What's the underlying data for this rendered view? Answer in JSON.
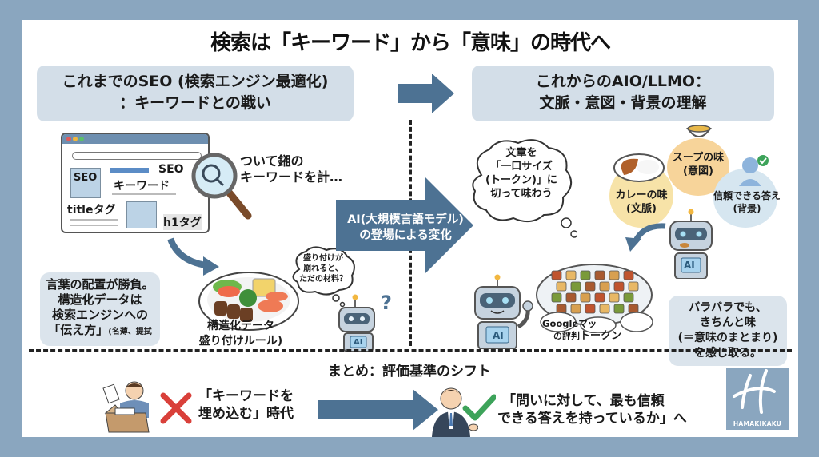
{
  "title": "検索は「キーワード」から「意味」の時代へ",
  "left_header": {
    "line1": "これまでのSEO (検索エンジン最適化)",
    "line2": "：キーワードとの戦い"
  },
  "right_header": {
    "line1": "これからのAIO/LLMO：",
    "line2": "文脈・意図・背景の理解"
  },
  "browser_mock": {
    "labels": {
      "seo_box": "SEO",
      "seo_text": "SEO",
      "keyword": "キーワード",
      "title_tag": "titleタグ",
      "h1_tag": "h1タグ"
    }
  },
  "magnifier_caption": {
    "line1": "ついて鎺の",
    "line2": "キーワードを計…"
  },
  "left_info": {
    "line1": "言葉の配置が勝負。",
    "line2": "構造化データは",
    "line3": "検索エンジンへの",
    "line4": "「伝え方」",
    "line4_small": "(名薄、提拭"
  },
  "plate_caption": {
    "line1": "構造化データ",
    "line2": "盛り付けルール)"
  },
  "confused_thought": {
    "line1": "盛り付けが",
    "line2": "崩れると、",
    "line3": "ただの材料？"
  },
  "center_arrow": {
    "line1": "AI(大規模言語モデル)",
    "line2": "の登場による変化"
  },
  "token_thought": {
    "line1": "文章を",
    "line2": "「一口サイズ",
    "line3": "(トークン)」に",
    "line4": "切って味わう"
  },
  "taste_bubbles": [
    {
      "line1": "カレーの味",
      "line2": "(文脈)",
      "color": "#f7e3a8"
    },
    {
      "line1": "スープの味",
      "line2": "(意図)",
      "color": "#f7d49a"
    },
    {
      "line1": "信頼できる答え",
      "line2": "(背景)",
      "color": "#d6e6f0"
    }
  ],
  "token_caption": {
    "line1": "Googleマッ",
    "line2": "の評判",
    "line3": "トークン"
  },
  "right_info": {
    "line1": "バラバラでも、",
    "line2": "きちんと味",
    "line3": "(＝意味のまとまり)",
    "line4": "を感じ取る。"
  },
  "robot_label": "AI",
  "summary": {
    "title": "まとめ：評価基準のシフト",
    "old": {
      "line1": "「キーワードを",
      "line2": "埋め込む」時代"
    },
    "new": {
      "line1": "「問いに対して、最も信頼",
      "line2": "できる答えを持っているか」へ"
    }
  },
  "logo": {
    "text": "HAMAKIKAKU"
  },
  "colors": {
    "background": "#8aa6bf",
    "header_box": "#d3dee8",
    "arrow": "#4d7293",
    "cross": "#d9403a",
    "check": "#3da35a"
  }
}
